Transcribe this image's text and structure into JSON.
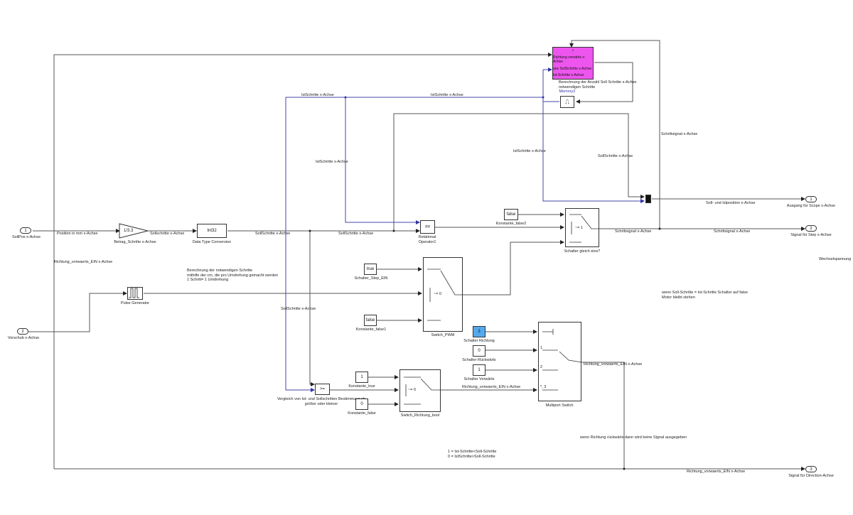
{
  "model": {
    "inports": [
      {
        "number": "1",
        "label": "SollPos x-Achse"
      },
      {
        "number": "2",
        "label": "Vorschub x-Achse"
      }
    ],
    "outports": [
      {
        "number": "1",
        "label": "Ausgang für Scope x-Achse"
      },
      {
        "number": "2",
        "label": "Signal für Step x-Achse"
      },
      {
        "number": "3",
        "label": "Signal für Direction-Achse"
      }
    ],
    "blocks": {
      "gain": {
        "value": "1/3.3",
        "label": "Betrag_Schritte x-Achse"
      },
      "dtc": {
        "value": "Int32",
        "label": "Data Type Conversion"
      },
      "relop1": {
        "value": "==",
        "label": "Relational Operator1"
      },
      "relop2": {
        "value": ">=",
        "label": "Vergleich von Ist- und Sollschritten Bestimmung ob größer oder kleiner"
      },
      "pulse": {
        "label": "Pulse Generator"
      },
      "konst_false2": {
        "value": "false",
        "label": "Konstante_false2"
      },
      "schalter_step_ein": {
        "value": "true",
        "label": "Schalter_Step_EIN"
      },
      "konst_false1": {
        "value": "false",
        "label": "Konstante_false1"
      },
      "konst_true": {
        "value": "1",
        "label": "Konstante_true"
      },
      "konst_false": {
        "value": "0",
        "label": "Konstante_false"
      },
      "schalter_richtung": {
        "value": "3",
        "label": "Schalter Richtung"
      },
      "schalter_rueck": {
        "value": "0",
        "label": "Schalter Rückwärts"
      },
      "schalter_vor": {
        "value": "1",
        "label": "Schalter Vorwärts"
      },
      "switch_gleich": {
        "label": "Schalter gleich eins?",
        "threshold": "~= 1"
      },
      "switch_pwm": {
        "label": "Switch_PWM",
        "threshold": "~= 0"
      },
      "switch_richtung": {
        "label": "Switch_Richtung_bool",
        "threshold": "~= 0"
      },
      "multiport": {
        "label": "Multiport Switch",
        "ports": [
          "1",
          "2",
          "*, 3"
        ]
      },
      "memory": {
        "label": "Memory2"
      },
      "subsystem": {
        "title": "f",
        "color": "#ee55ee",
        "ports_in": [
          "Richtung vorwärts x-Achse",
          "Ist-Schritte x-Achse"
        ],
        "port_out": "anz SollSchritte x-Achse",
        "label": "Berechnung der Anzahl Soll Schritte x-Achse notwendigen Schritte"
      }
    },
    "signals": {
      "position": "Position in mm x-Achse",
      "soll1": "Sollschritte x-Achse",
      "soll2": "SollSchritte x-Achse",
      "soll3": "SollSchritte x-Achse",
      "soll_vert": "SollSchritte x-Achse",
      "soll_right": "SollSchritte x-Achse",
      "ist_top1": "IstSchritte x-Achse",
      "ist_top2": "IstSchritte x-Achse",
      "ist_vert1": "IstSchritte x-Achse",
      "ist_vert2": "IstSchritte x-Achse",
      "schrittsignal1": "Schrittsignal x-Achse",
      "schrittsignal2": "Schrittsignal x-Achse",
      "schrittsignal_vert": "Schrittsignal x-Achse",
      "soll_ist_pos": "Soll- und Istposition x-Achse",
      "richtung_left": "Richtung_vorwaerts_EIN x-Achse",
      "richtung_mid": "Richtung_vorwaerts_EIN x-Achse",
      "richtung_out": "Richtung_vorwaerts_EIN x-Achse",
      "richtung_bottom": "Richtung_vorwaerts_EIN x-Achse"
    },
    "annotations": {
      "berechnung": "Berechnung der notwendigen Schritte\nmithilfe der cm, die pro Umdrehung gemacht werden\n1 Schritt= 1 Umdrehung",
      "wechsel": "Wechselspannung",
      "wenn_soll": "wenn Soll-Schritte = Ist-Schritte Schalter auf false\nMotor bleibt stehen",
      "wenn_richtung": "wenn Richtung rückwärts dann wird keine Signal ausgegeben",
      "legende": "1 = Ist-Schritte<Soll-Schritte\n0 = IstSchritte>Soll-Schritte"
    },
    "colors": {
      "line": "#555555",
      "bus": "#4444aa",
      "subsystem": "#ee55ee",
      "constant_highlight": "#55aaee"
    }
  }
}
